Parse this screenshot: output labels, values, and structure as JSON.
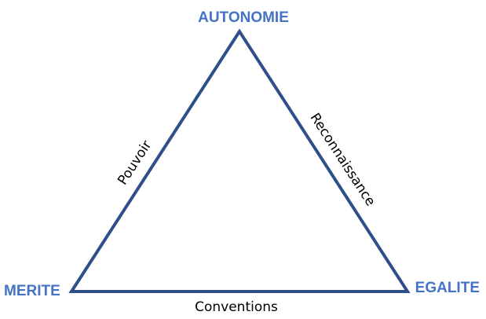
{
  "colors": {
    "triangle_stroke": "#2F4F8A",
    "vertex_label": "#4472C4",
    "edge_label": "#000000"
  },
  "vertices": {
    "top": "AUTONOMIE",
    "left": "MERITE",
    "right": "EGALITE"
  },
  "edges": {
    "left": "Pouvoir",
    "right": "Reconnaissance",
    "bottom": "Conventions"
  }
}
